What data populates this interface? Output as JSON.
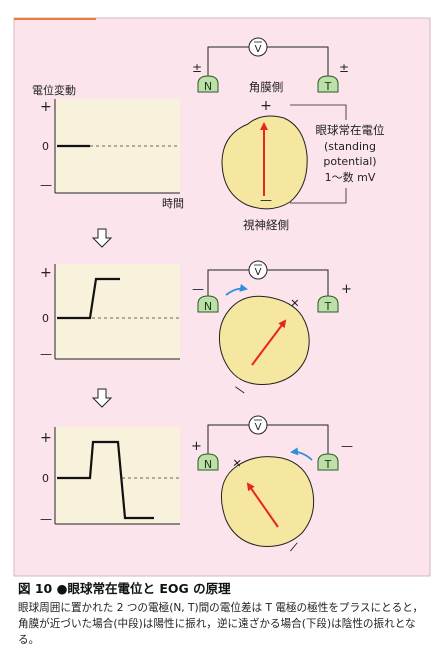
{
  "figure": {
    "colors": {
      "page_bg": "#fbe4ec",
      "graph_bg": "#f8f1dc",
      "eye_fill": "#f5e6a0",
      "arrow_red": "#e8241e",
      "rotation_blue": "#2f8fd8",
      "electrode_green": "#bde0a8"
    },
    "icons": [
      "voltmeter-icon",
      "electrode-n-icon",
      "electrode-t-icon",
      "eyeball-icon",
      "gaze-arrow-icon",
      "rotation-arrow-icon",
      "down-arrow-icon"
    ],
    "panel1": {
      "graph_title": "電位変動",
      "y_plus": "+",
      "y_zero": "0",
      "y_minus": "—",
      "x_label": "時間",
      "voltmeter": "V",
      "electrode_n": "N",
      "electrode_t": "T",
      "sign_n": "±",
      "sign_t": "±",
      "cornea_label": "角膜側",
      "cornea_sign": "+",
      "optic_label": "視神経側",
      "optic_sign": "—",
      "potential_lines": [
        "眼球常在電位",
        "(standing",
        "potential)",
        "1〜数 mV"
      ]
    },
    "panel2": {
      "y_plus": "+",
      "y_zero": "0",
      "y_minus": "—",
      "voltmeter": "V",
      "electrode_n": "N",
      "electrode_t": "T",
      "sign_n": "—",
      "sign_t": "+",
      "eye_plus": "+",
      "eye_minus": "—"
    },
    "panel3": {
      "y_plus": "+",
      "y_zero": "0",
      "y_minus": "—",
      "voltmeter": "V",
      "electrode_n": "N",
      "electrode_t": "T",
      "sign_n": "+",
      "sign_t": "—",
      "eye_plus": "+",
      "eye_minus": "—"
    }
  },
  "caption": {
    "title": "図 10 ●眼球常在電位と EOG の原理",
    "body": "眼球周囲に置かれた 2 つの電極(N, T)間の電位差は T 電極の極性をプラスにとると，角膜が近づいた場合(中段)は陽性に振れ，逆に遠ざかる場合(下段)は陰性の振れとなる。"
  }
}
